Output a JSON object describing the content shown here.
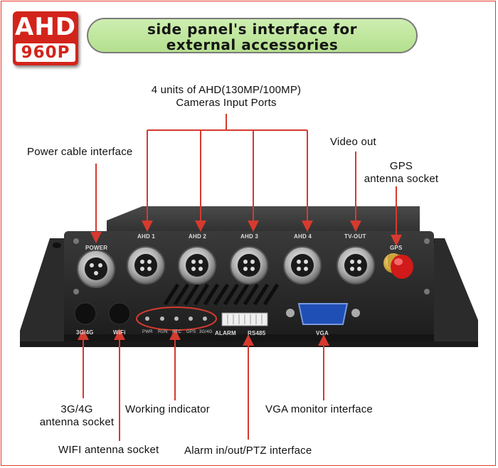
{
  "badge": {
    "top": "AHD",
    "bottom": "960P"
  },
  "banner": {
    "line1": "side panel's interface for",
    "line2": "external accessories"
  },
  "callouts": {
    "cameras_line1": "4 units of AHD(130MP/100MP)",
    "cameras_line2": "Cameras  Input Ports",
    "power": "Power cable interface",
    "video_out": "Video out",
    "gps_line1": "GPS",
    "gps_line2": "antenna socket",
    "g34_line1": "3G/4G",
    "g34_line2": "antenna socket",
    "working": "Working indicator",
    "vga_monitor": "VGA monitor interface",
    "wifi": "WIFI antenna socket",
    "alarm": "Alarm in/out/PTZ interface"
  },
  "panel_labels": {
    "power": "POWER",
    "ahd1": "AHD 1",
    "ahd2": "AHD 2",
    "ahd3": "AHD 3",
    "ahd4": "AHD 4",
    "tvout": "TV-OUT",
    "gps": "GPS",
    "g34": "3G/4G",
    "wifi": "WiFi",
    "alarm": "ALARM",
    "rs485": "RS485",
    "vga": "VGA",
    "led_pwr": "PWR",
    "led_run": "RUN",
    "led_rec": "REC",
    "led_gps": "GPS",
    "led_34g": "3G/4G"
  },
  "colors": {
    "accent": "#d3241b",
    "banner": "#b4e08e",
    "arrow": "#d63a2e",
    "device": "#2a2a2a"
  }
}
